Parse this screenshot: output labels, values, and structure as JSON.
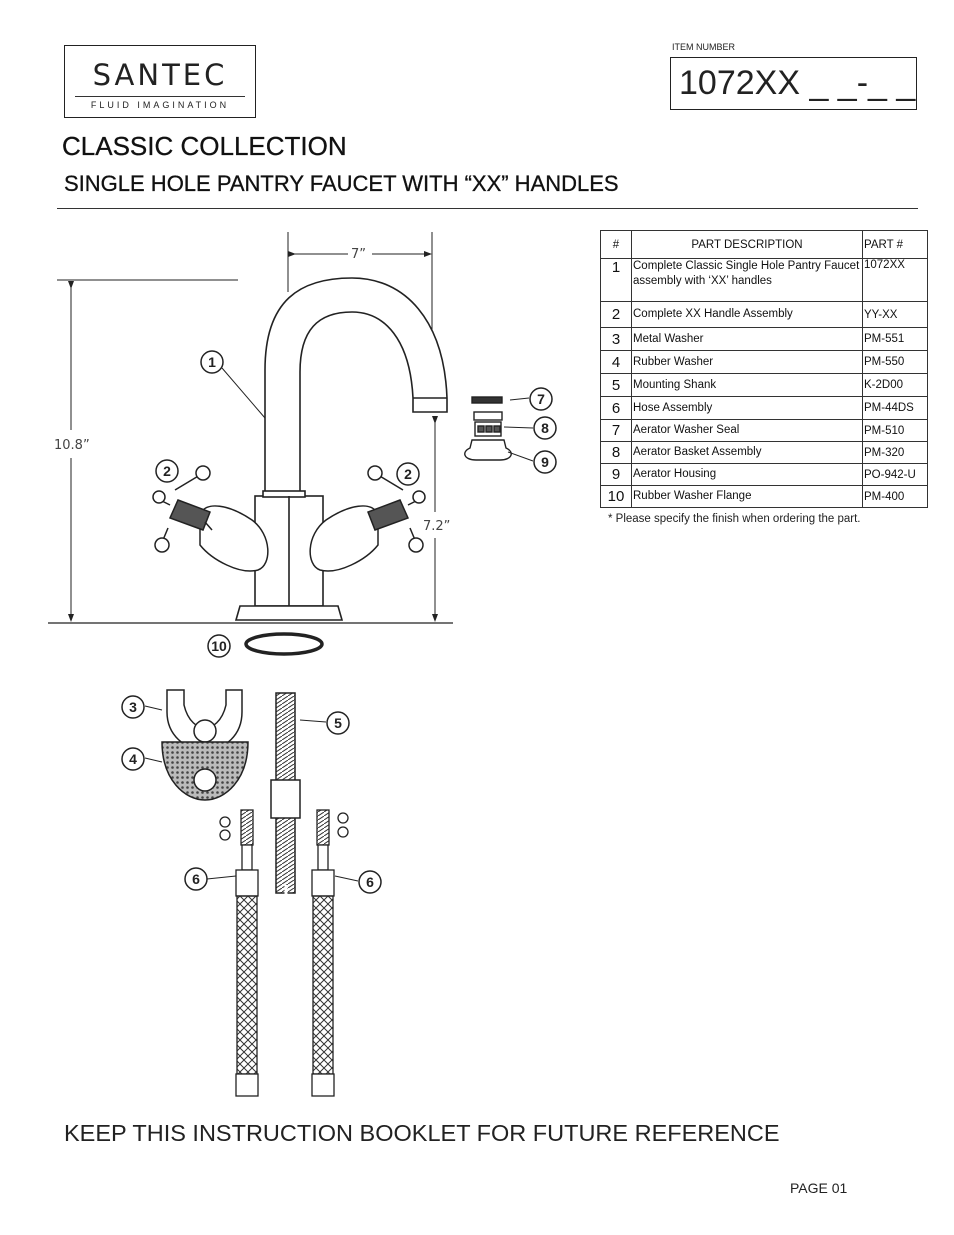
{
  "brand": {
    "name": "SANTEC",
    "tagline": "FLUID IMAGINATION"
  },
  "item": {
    "label": "ITEM NUMBER",
    "value": "1072XX _ _-_ _"
  },
  "title": "CLASSIC COLLECTION",
  "subtitle": "SINGLE HOLE PANTRY FAUCET WITH “XX”  HANDLES",
  "dimensions": {
    "width": "7”",
    "height": "10.8”",
    "spout_height": "7.2”"
  },
  "table": {
    "headers": {
      "num": "#",
      "desc": "PART  DESCRIPTION",
      "part": "PART #"
    },
    "rows": [
      {
        "num": "1",
        "desc": "Complete Classic Single Hole Pantry Faucet assembly with ‘XX’ handles",
        "part": "1072XX"
      },
      {
        "num": "2",
        "desc": "Complete XX Handle Assembly",
        "part": "YY-XX"
      },
      {
        "num": "3",
        "desc": "Metal Washer",
        "part": "PM-551"
      },
      {
        "num": "4",
        "desc": "Rubber Washer",
        "part": "PM-550"
      },
      {
        "num": "5",
        "desc": "Mounting Shank",
        "part": "K-2D00"
      },
      {
        "num": "6",
        "desc": "Hose Assembly",
        "part": "PM-44DS"
      },
      {
        "num": "7",
        "desc": "Aerator Washer Seal",
        "part": "PM-510"
      },
      {
        "num": "8",
        "desc": "Aerator Basket Assembly",
        "part": "PM-320"
      },
      {
        "num": "9",
        "desc": "Aerator Housing",
        "part": "PO-942-U"
      },
      {
        "num": "10",
        "desc": "Rubber Washer Flange",
        "part": "PM-400"
      }
    ]
  },
  "footnote": "* Please specify the finish when ordering the part.",
  "callouts": [
    "1",
    "2",
    "2",
    "7",
    "8",
    "9",
    "10",
    "3",
    "4",
    "5",
    "6",
    "6"
  ],
  "footer": {
    "keep_text": "KEEP THIS INSTRUCTION BOOKLET FOR FUTURE REFERENCE",
    "page": "PAGE  01"
  }
}
